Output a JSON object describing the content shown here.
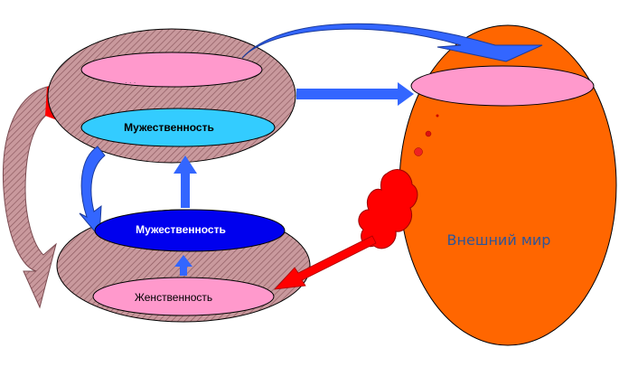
{
  "diagram": {
    "top_ring": {
      "upper_label": "",
      "upper_mark": "· · ·",
      "lower_label": "Мужественность"
    },
    "bottom_ring": {
      "upper_label": "Мужественность",
      "lower_label": "Женственность"
    },
    "outer_world": {
      "label": "Внешний мир"
    },
    "colors": {
      "ring": "#C9999D",
      "pink": "#FF99CC",
      "cyan": "#33CCFF",
      "deep_blue": "#0000EE",
      "orange": "#FF6600",
      "blue_arrow": "#3366FF",
      "red": "#FF0000",
      "world_text": "#2F5597"
    }
  }
}
